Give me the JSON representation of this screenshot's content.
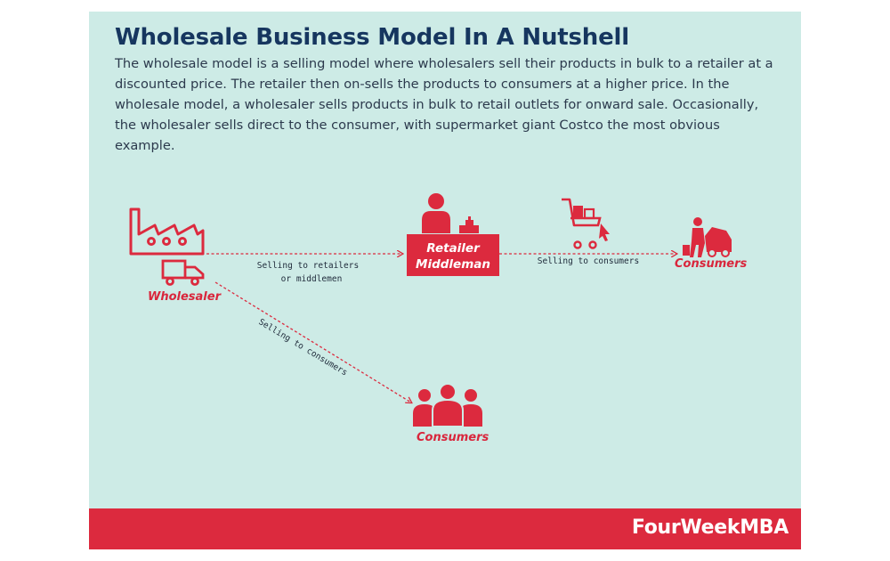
{
  "title": "Wholesale Business Model In A Nutshell",
  "description": "The wholesale model is a selling model where wholesalers sell their products in bulk to a retailer at a discounted price. The retailer then on-sells the products to consumers at a higher price. In the wholesale model, a wholesaler sells products in bulk to retail outlets for onward sale. Occasionally, the wholesaler sells direct to the consumer, with supermarket giant Costco the most obvious example.",
  "nodes": {
    "wholesaler": {
      "label": "Wholesaler",
      "icons": [
        "factory-icon",
        "truck-icon"
      ]
    },
    "retailer": {
      "label_line1": "Retailer",
      "label_line2": "Middleman",
      "icons": [
        "shopkeeper-icon"
      ]
    },
    "consumers_right": {
      "label": "Consumers",
      "icons": [
        "car-trunk-shopping-icon"
      ]
    },
    "consumers_bottom": {
      "label": "Consumers",
      "icons": [
        "people-group-icon"
      ]
    }
  },
  "edges": {
    "wholesaler_to_retailer": {
      "label_line1": "Selling to retailers",
      "label_line2": "or middlemen"
    },
    "retailer_to_consumers": {
      "label": "Selling to consumers",
      "icon": "shopping-cart-icon"
    },
    "wholesaler_to_consumers": {
      "label": "Selling to consumers"
    }
  },
  "footer": {
    "brand": "FourWeekMBA"
  },
  "colors": {
    "accent": "#dc2a3e",
    "background": "#cdebe6",
    "title": "#16365f",
    "text": "#2c3a4d"
  }
}
